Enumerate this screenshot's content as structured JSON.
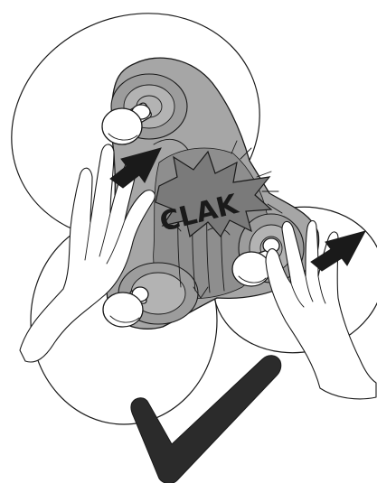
{
  "illustration": {
    "sound_effect": "CLAK",
    "colors": {
      "plate": "#a6a6a6",
      "plate_dark": "#8e8e8e",
      "burst": "#7a7a7a",
      "arrow": "#1a1a1a",
      "checkmark": "#2b2b2b",
      "outline": "#1a1a1a"
    },
    "icons": [
      "suction-plate",
      "suction-cup",
      "handle-knob",
      "hand",
      "push-arrow",
      "impact-burst",
      "checkmark"
    ]
  }
}
